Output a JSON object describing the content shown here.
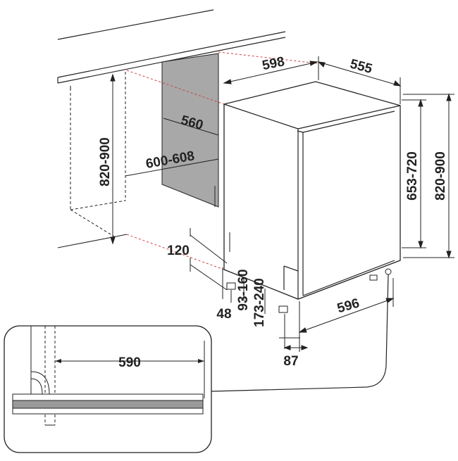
{
  "dimensions": {
    "niche_height": "820-900",
    "niche_width_inner": "560",
    "niche_width_range": "600-608",
    "appliance_width": "598",
    "appliance_depth": "555",
    "appliance_height": "653-720",
    "overall_height": "820-900",
    "base_recess": "120",
    "foot_48": "48",
    "plinth_93_160": "93-160",
    "plinth_173_240": "173-240",
    "door_width": "596",
    "door_offset": "87",
    "detail_width": "590"
  },
  "colors": {
    "line": "#222222",
    "dashed_red": "#d04040",
    "panel_grey": "#a8a8a8",
    "counter_fill": "#9a9a9a"
  }
}
